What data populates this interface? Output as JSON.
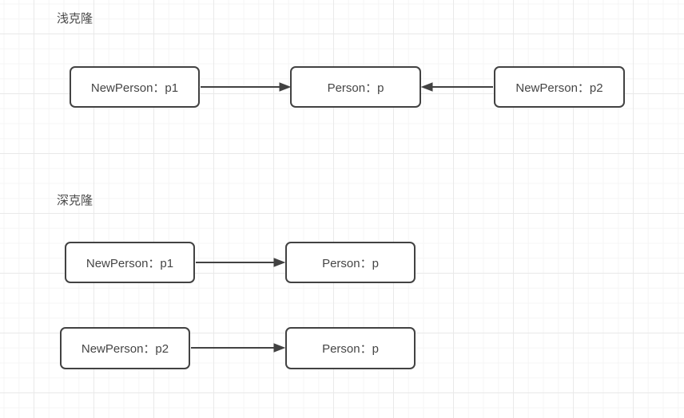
{
  "canvas": {
    "background": "#ffffff",
    "grid_minor_color": "#f5f5f5",
    "grid_major_color": "#e9e9e9",
    "stroke_color": "#424242",
    "text_color": "#454545",
    "node_fill": "#ffffff"
  },
  "sections": {
    "shallow": {
      "title": "浅克隆"
    },
    "deep": {
      "title": "深克隆"
    }
  },
  "nodes": {
    "shallow_newperson_p1": {
      "label": "NewPerson：p1"
    },
    "shallow_person_p": {
      "label": "Person：p"
    },
    "shallow_newperson_p2": {
      "label": "NewPerson：p2"
    },
    "deep_newperson_p1": {
      "label": "NewPerson：p1"
    },
    "deep_person_p_1": {
      "label": "Person：p"
    },
    "deep_newperson_p2": {
      "label": "NewPerson：p2"
    },
    "deep_person_p_2": {
      "label": "Person：p"
    }
  },
  "edges": [
    {
      "from": "shallow_newperson_p1",
      "to": "shallow_person_p",
      "arrow": "right"
    },
    {
      "from": "shallow_newperson_p2",
      "to": "shallow_person_p",
      "arrow": "left"
    },
    {
      "from": "deep_newperson_p1",
      "to": "deep_person_p_1",
      "arrow": "right"
    },
    {
      "from": "deep_newperson_p2",
      "to": "deep_person_p_2",
      "arrow": "right"
    }
  ]
}
